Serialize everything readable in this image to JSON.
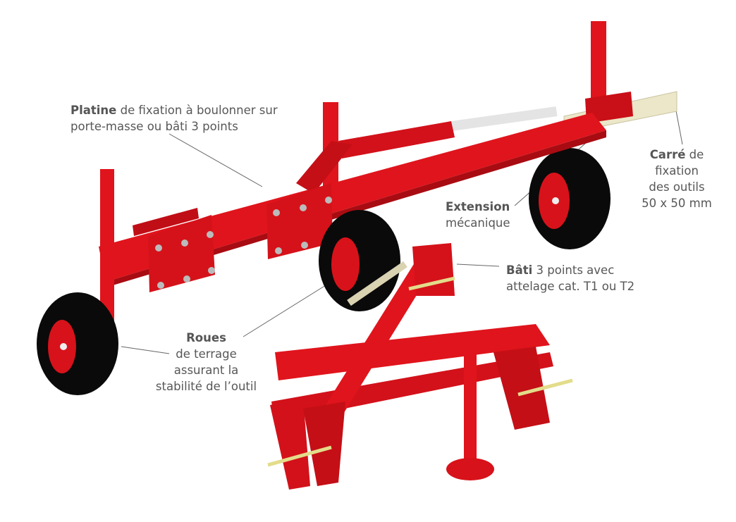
{
  "labels": {
    "platine": {
      "bold": "Platine",
      "rest1": " de fixation à boulonner sur",
      "line2": "porte-masse ou bâti 3 points"
    },
    "carre": {
      "bold": "Carré",
      "rest1": " de",
      "line2": "fixation",
      "line3": "des outils",
      "line4": "50 x 50 mm"
    },
    "extension": {
      "bold": "Extension",
      "line2": "mécanique"
    },
    "bati": {
      "bold": "Bâti",
      "rest1": " 3 points avec",
      "line2": "attelage cat. T1 ou T2"
    },
    "roues": {
      "bold": "Roues",
      "line2": "de terrage",
      "line3": "assurant la",
      "line4": "stabilité de l’outil"
    }
  },
  "colors": {
    "frame": "#e0141c",
    "frame_dark": "#b20d14",
    "tire": "#0a0a0a",
    "extension_tube": "#ece7c9",
    "leader": "#666666"
  }
}
